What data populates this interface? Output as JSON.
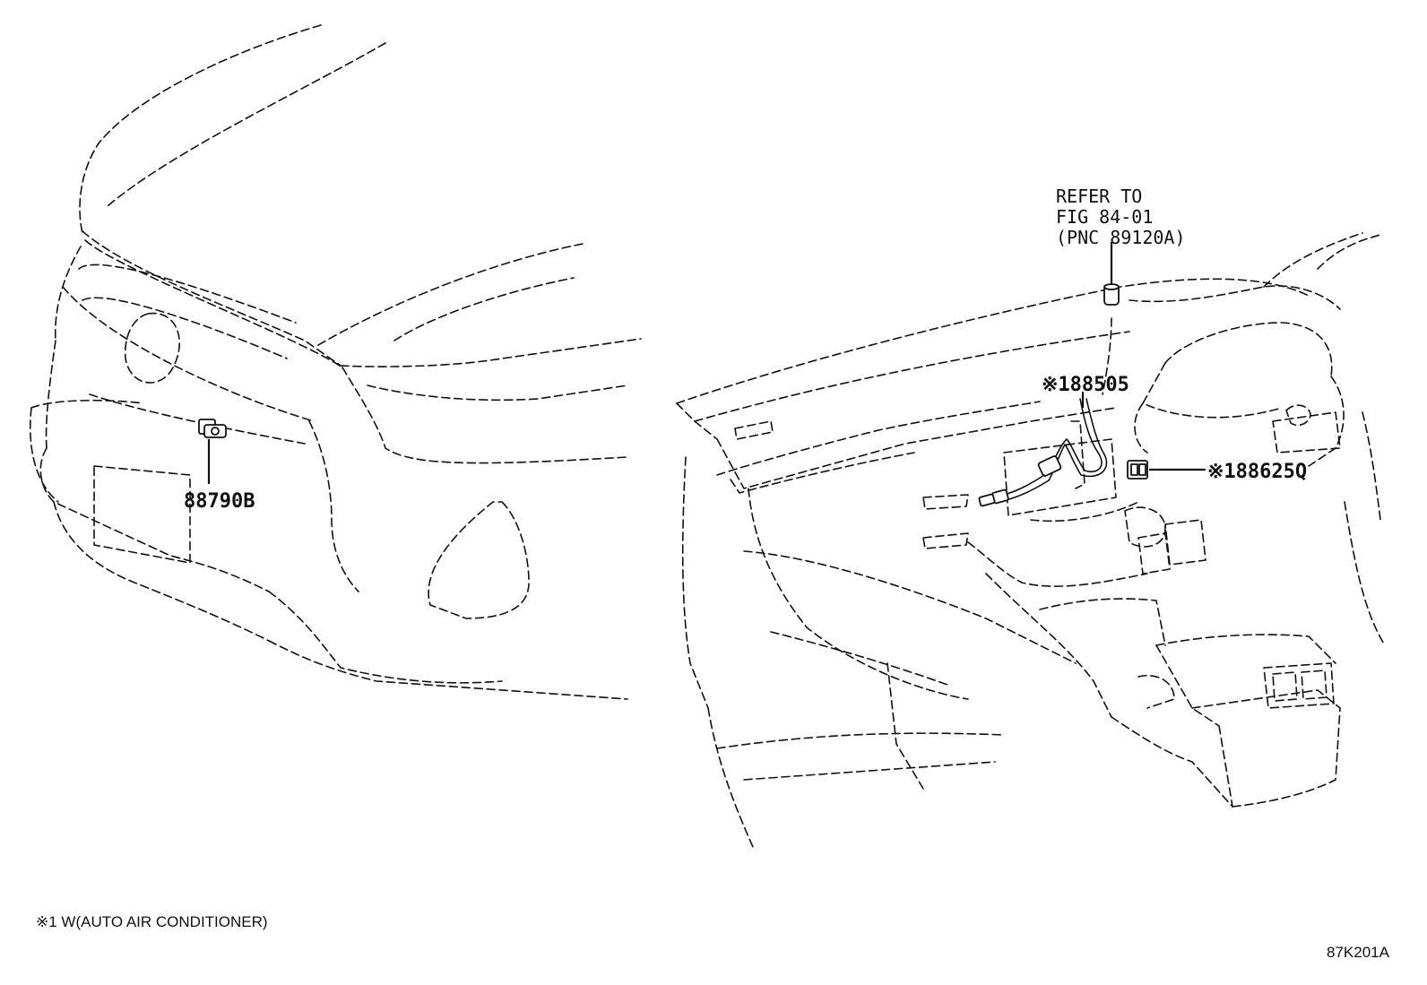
{
  "refer": {
    "line1": "REFER TO",
    "line2": "FIG 84-01",
    "line3": "(PNC 89120A)"
  },
  "parts": [
    {
      "number": "88790B"
    },
    {
      "number": "※188505"
    },
    {
      "number": "※188625Q"
    }
  ],
  "footnote": "※1 W(AUTO AIR CONDITIONER)",
  "figure_code": "87K201A"
}
